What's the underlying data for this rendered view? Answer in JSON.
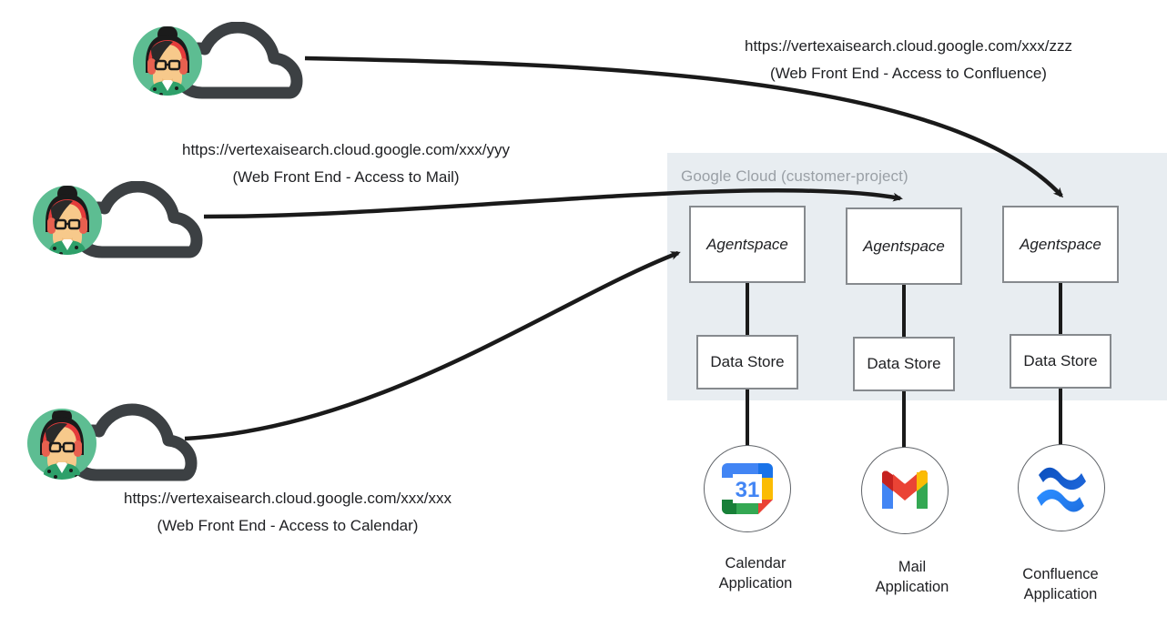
{
  "diagram": {
    "title_region": "Google Cloud (customer-project)",
    "container_color": "#e8edf1",
    "line_color": "#1a1a1a"
  },
  "captions": [
    {
      "url": "https://vertexaisearch.cloud.google.com/xxx/zzz",
      "subtitle": "(Web Front End - Access to Confluence)"
    },
    {
      "url": "https://vertexaisearch.cloud.google.com/xxx/yyy",
      "subtitle": "(Web Front End - Access to Mail)"
    },
    {
      "url": "https://vertexaisearch.cloud.google.com/xxx/xxx",
      "subtitle": "(Web Front End - Access to Calendar)"
    }
  ],
  "columns": [
    {
      "agentspace_label": "Agentspace",
      "datastore_label": "Data Store",
      "app_icon": "google-calendar-icon",
      "app_icon_text": "31",
      "app_label": "Calendar\nApplication"
    },
    {
      "agentspace_label": "Agentspace",
      "datastore_label": "Data Store",
      "app_icon": "gmail-icon",
      "app_icon_text": "",
      "app_label": "Mail\nApplication"
    },
    {
      "agentspace_label": "Agentspace",
      "datastore_label": "Data Store",
      "app_icon": "confluence-icon",
      "app_icon_text": "",
      "app_label": "Confluence\nApplication"
    }
  ],
  "users": [
    {
      "name": "user-cloud-confluence",
      "icon": "user-avatar-icon",
      "cloud_icon": "cloud-icon"
    },
    {
      "name": "user-cloud-mail",
      "icon": "user-avatar-icon",
      "cloud_icon": "cloud-icon"
    },
    {
      "name": "user-cloud-calendar",
      "icon": "user-avatar-icon",
      "cloud_icon": "cloud-icon"
    }
  ],
  "colors": {
    "avatar_bg": "#5dbd92",
    "cloud_stroke": "#3c4043",
    "calendar_blue": "#4285f4",
    "calendar_yellow": "#fbbc04",
    "calendar_green": "#34a853",
    "calendar_red": "#ea4335",
    "gmail_red": "#ea4335",
    "gmail_blue": "#4285f4",
    "gmail_green": "#34a853",
    "gmail_yellow": "#fbbc04",
    "gmail_darkred": "#c5221f",
    "confluence_dark": "#1457c4",
    "confluence_light": "#2684ff"
  }
}
